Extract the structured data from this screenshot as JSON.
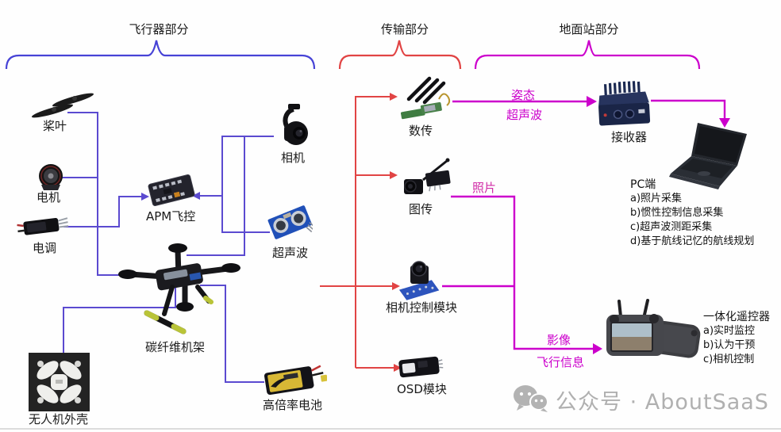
{
  "sections": {
    "aircraft": "飞行器部分",
    "transmission": "传输部分",
    "ground": "地面站部分"
  },
  "aircraft": {
    "propeller": "桨叶",
    "motor": "电机",
    "esc": "电调",
    "apm": "APM飞控",
    "camera": "相机",
    "ultrasonic": "超声波",
    "frame": "碳纤维机架",
    "shell": "无人机外壳",
    "battery": "高倍率电池"
  },
  "transmission": {
    "telemetry": "数传",
    "video_tx": "图传",
    "cam_ctrl": "相机控制模块",
    "osd": "OSD模块"
  },
  "ground": {
    "receiver": "接收器",
    "pc": {
      "title": "PC端",
      "items": [
        "a)照片采集",
        "b)惯性控制信息采集",
        "c)超声波测距采集",
        "d)基于航线记忆的航线规划"
      ]
    },
    "remote": {
      "title": "一体化遥控器",
      "items": [
        "a)实时监控",
        "b)认为干预",
        "c)相机控制"
      ]
    }
  },
  "flows": {
    "attitude": "姿态",
    "ultrasonic": "超声波",
    "photo": "照片",
    "video": "影像",
    "flight_info": "飞行信息"
  },
  "watermark": "公众号 · AboutSaaS",
  "colors": {
    "purple_line": "#5b4ad0",
    "blue_brace": "#4743d6",
    "red_line": "#e14444",
    "magenta_line": "#cc00cc",
    "label_text": "#1a1a1a",
    "watermark_gray": "#b0b0b0"
  }
}
